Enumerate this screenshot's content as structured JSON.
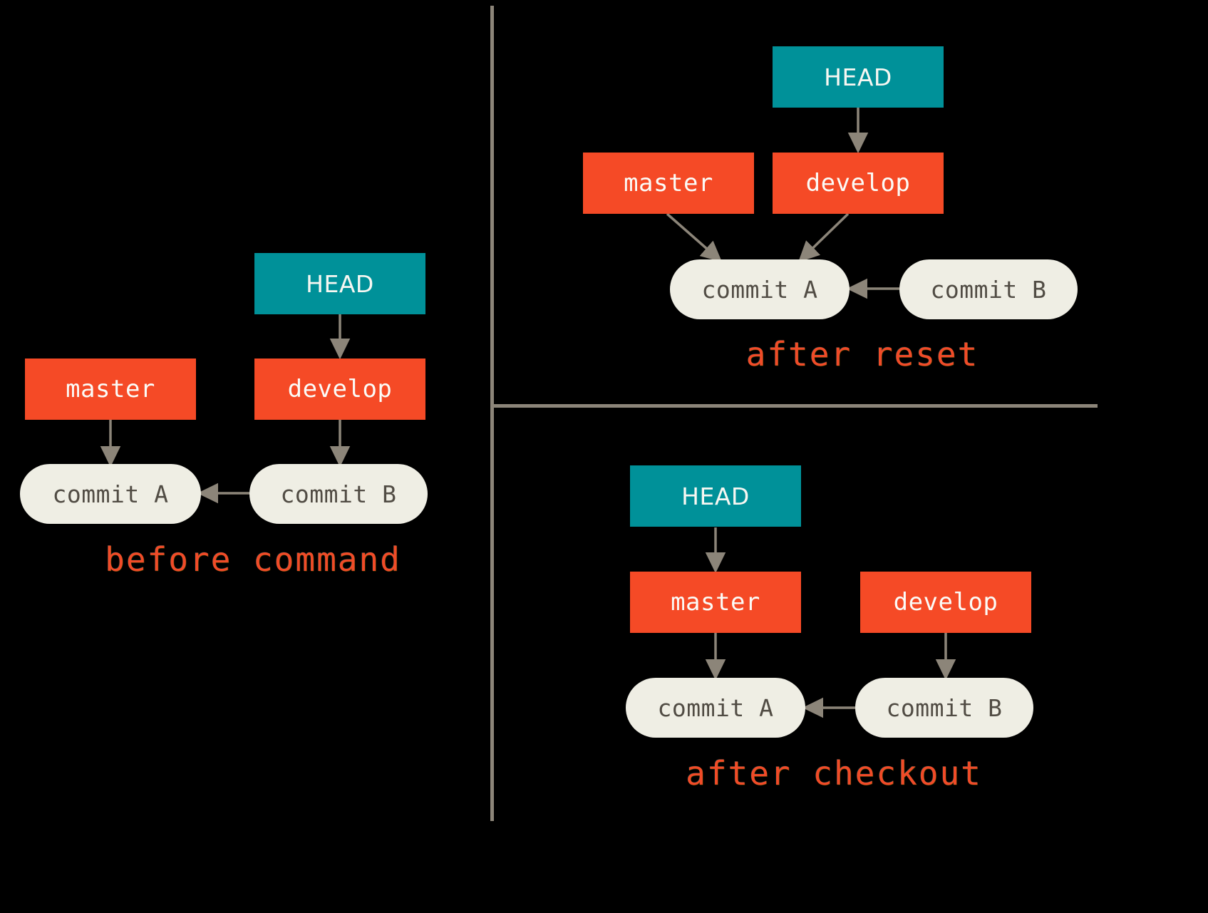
{
  "diagram": {
    "title": "git reset vs git checkout branch pointer diagram",
    "background_color": "#000000",
    "colors": {
      "head_box": "#009199",
      "branch_box": "#F54A26",
      "commit_node": "#EFEEE4",
      "commit_text": "#514C44",
      "arrow": "#8C8579",
      "caption": "#F04B28",
      "divider": "#8C8579"
    }
  },
  "panels": [
    {
      "id": "before-command",
      "caption": "before command",
      "nodes": {
        "head": "HEAD",
        "master": "master",
        "develop": "develop",
        "commit_a": "commit A",
        "commit_b": "commit B"
      },
      "edges": [
        {
          "from": "HEAD",
          "to": "develop"
        },
        {
          "from": "master",
          "to": "commit A"
        },
        {
          "from": "develop",
          "to": "commit B"
        },
        {
          "from": "commit B",
          "to": "commit A"
        }
      ]
    },
    {
      "id": "after-reset",
      "caption": "after reset",
      "nodes": {
        "head": "HEAD",
        "master": "master",
        "develop": "develop",
        "commit_a": "commit A",
        "commit_b": "commit B"
      },
      "edges": [
        {
          "from": "HEAD",
          "to": "develop"
        },
        {
          "from": "master",
          "to": "commit A"
        },
        {
          "from": "develop",
          "to": "commit A"
        },
        {
          "from": "commit B",
          "to": "commit A"
        }
      ]
    },
    {
      "id": "after-checkout",
      "caption": "after checkout",
      "nodes": {
        "head": "HEAD",
        "master": "master",
        "develop": "develop",
        "commit_a": "commit A",
        "commit_b": "commit B"
      },
      "edges": [
        {
          "from": "HEAD",
          "to": "master"
        },
        {
          "from": "master",
          "to": "commit A"
        },
        {
          "from": "develop",
          "to": "commit B"
        },
        {
          "from": "commit B",
          "to": "commit A"
        }
      ]
    }
  ]
}
